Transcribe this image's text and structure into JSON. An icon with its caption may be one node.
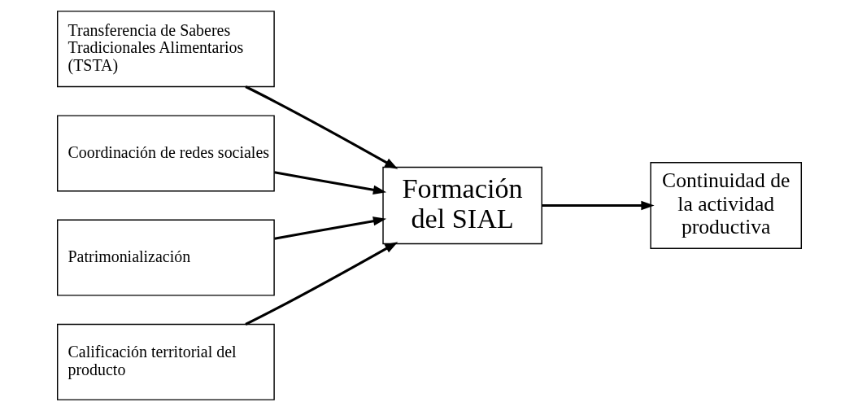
{
  "diagram": {
    "nodes": [
      {
        "text": [
          "Transferencia de Saberes Tradicionales Alimentarios (TSTA)"
        ]
      },
      {
        "text": [
          "Coordinación de redes sociales"
        ]
      },
      {
        "text": [
          "Patrimonialización"
        ]
      },
      {
        "text": [
          "Calificación territorial del producto"
        ]
      },
      {
        "text": [
          "Formación del SIAL"
        ]
      },
      {
        "text": [
          "Continuidad de la actividad productiva"
        ]
      }
    ],
    "edges": [
      {
        "from": 0,
        "to": 4,
        "arrow": "to"
      },
      {
        "from": 1,
        "to": 4,
        "arrow": "to"
      },
      {
        "from": 2,
        "to": 4,
        "arrow": "to"
      },
      {
        "from": 3,
        "to": 4,
        "arrow": "to"
      },
      {
        "from": 4,
        "to": 5,
        "arrow": "to"
      }
    ]
  }
}
